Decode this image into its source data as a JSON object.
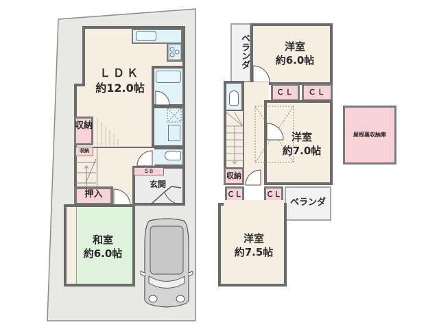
{
  "floor1": {
    "ldk": {
      "name": "ＬＤＫ",
      "size": "約12.0帖"
    },
    "storage_ldk": {
      "label": "収納"
    },
    "storage_small": {
      "label": "収納"
    },
    "oshiire": {
      "label": "押入"
    },
    "washitsu": {
      "name": "和室",
      "size": "約6.0帖"
    },
    "sb": {
      "label": "ＳＢ"
    },
    "genkan": {
      "label": "玄関"
    }
  },
  "floor2": {
    "veranda_top": {
      "label": "ベランダ"
    },
    "youshitsu_a": {
      "name": "洋室",
      "size": "約6.0帖"
    },
    "cl1": {
      "label": "ＣＬ"
    },
    "cl2": {
      "label": "ＣＬ"
    },
    "youshitsu_b": {
      "name": "洋室",
      "size": "約7.0帖"
    },
    "storage": {
      "label": "収納"
    },
    "cl3": {
      "label": "ＣＬ"
    },
    "cl4": {
      "label": "ＣＬ"
    },
    "veranda_right": {
      "label": "ベランダ"
    },
    "youshitsu_c": {
      "name": "洋室",
      "size": "約7.5帖"
    }
  },
  "attic": {
    "label": "屋根裏収納庫"
  },
  "colors": {
    "site": "#e8e8e4",
    "wall": "#6b6b6b",
    "floor": "#f6eee0",
    "tatami": "#e0f3dc",
    "wet": "#dff3f9",
    "storage": "#f7d3d7",
    "entry": "#ececec"
  }
}
